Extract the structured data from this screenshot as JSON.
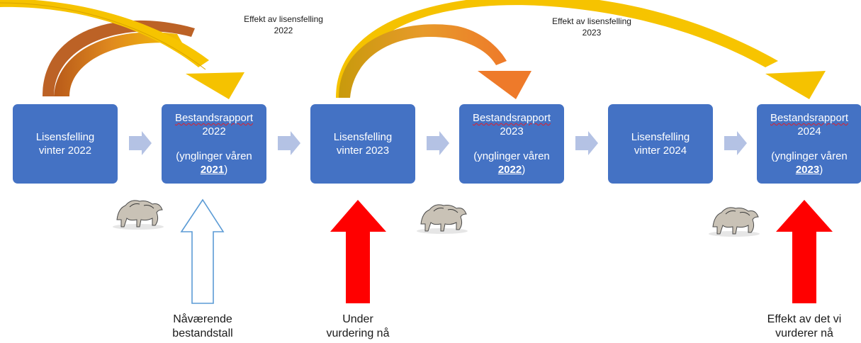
{
  "colors": {
    "box": "#4472c4",
    "chevron": "#b4c2e4",
    "arc_orange_dark": "#b85a1a",
    "arc_orange": "#ee7a2a",
    "arc_olive": "#c89a0c",
    "arc_yellow": "#f5c200",
    "red_arrow": "#ff0000",
    "outline_arrow": "#5b9bd5"
  },
  "effect_arcs": [
    {
      "label_line1": "Effekt av lisensfelling",
      "label_line2": "2022"
    },
    {
      "label_line1": "Effekt av lisensfelling",
      "label_line2": "2023"
    }
  ],
  "boxes": [
    {
      "kind": "felling",
      "line1": "Lisensfelling",
      "line2": "vinter 2022"
    },
    {
      "kind": "report",
      "title": "Bestandsrapport",
      "year": "2022",
      "sub_prefix": "(ynglinger våren",
      "sub_year": "2021",
      "sub_suffix": ")"
    },
    {
      "kind": "felling",
      "line1": "Lisensfelling",
      "line2": "vinter 2023"
    },
    {
      "kind": "report",
      "title": "Bestandsrapport",
      "year": "2023",
      "sub_prefix": "(ynglinger våren",
      "sub_year": "2022",
      "sub_suffix": ")"
    },
    {
      "kind": "felling",
      "line1": "Lisensfelling",
      "line2": "vinter 2024"
    },
    {
      "kind": "report",
      "title": "Bestandsrapport",
      "year": "2024",
      "sub_prefix": "(ynglinger våren",
      "sub_year": "2023",
      "sub_suffix": ")"
    }
  ],
  "bottom_arrows": [
    {
      "style": "outline",
      "line1": "Nåværende",
      "line2": "bestandstall"
    },
    {
      "style": "red",
      "line1": "Under",
      "line2": "vurdering nå"
    },
    {
      "style": "red",
      "line1": "Effekt av det vi",
      "line2": "vurderer nå"
    }
  ],
  "wolf_images": [
    {
      "icon": "wolf-pair-sketch-icon"
    },
    {
      "icon": "wolf-pair-sketch-icon"
    },
    {
      "icon": "wolf-pair-sketch-icon"
    }
  ]
}
